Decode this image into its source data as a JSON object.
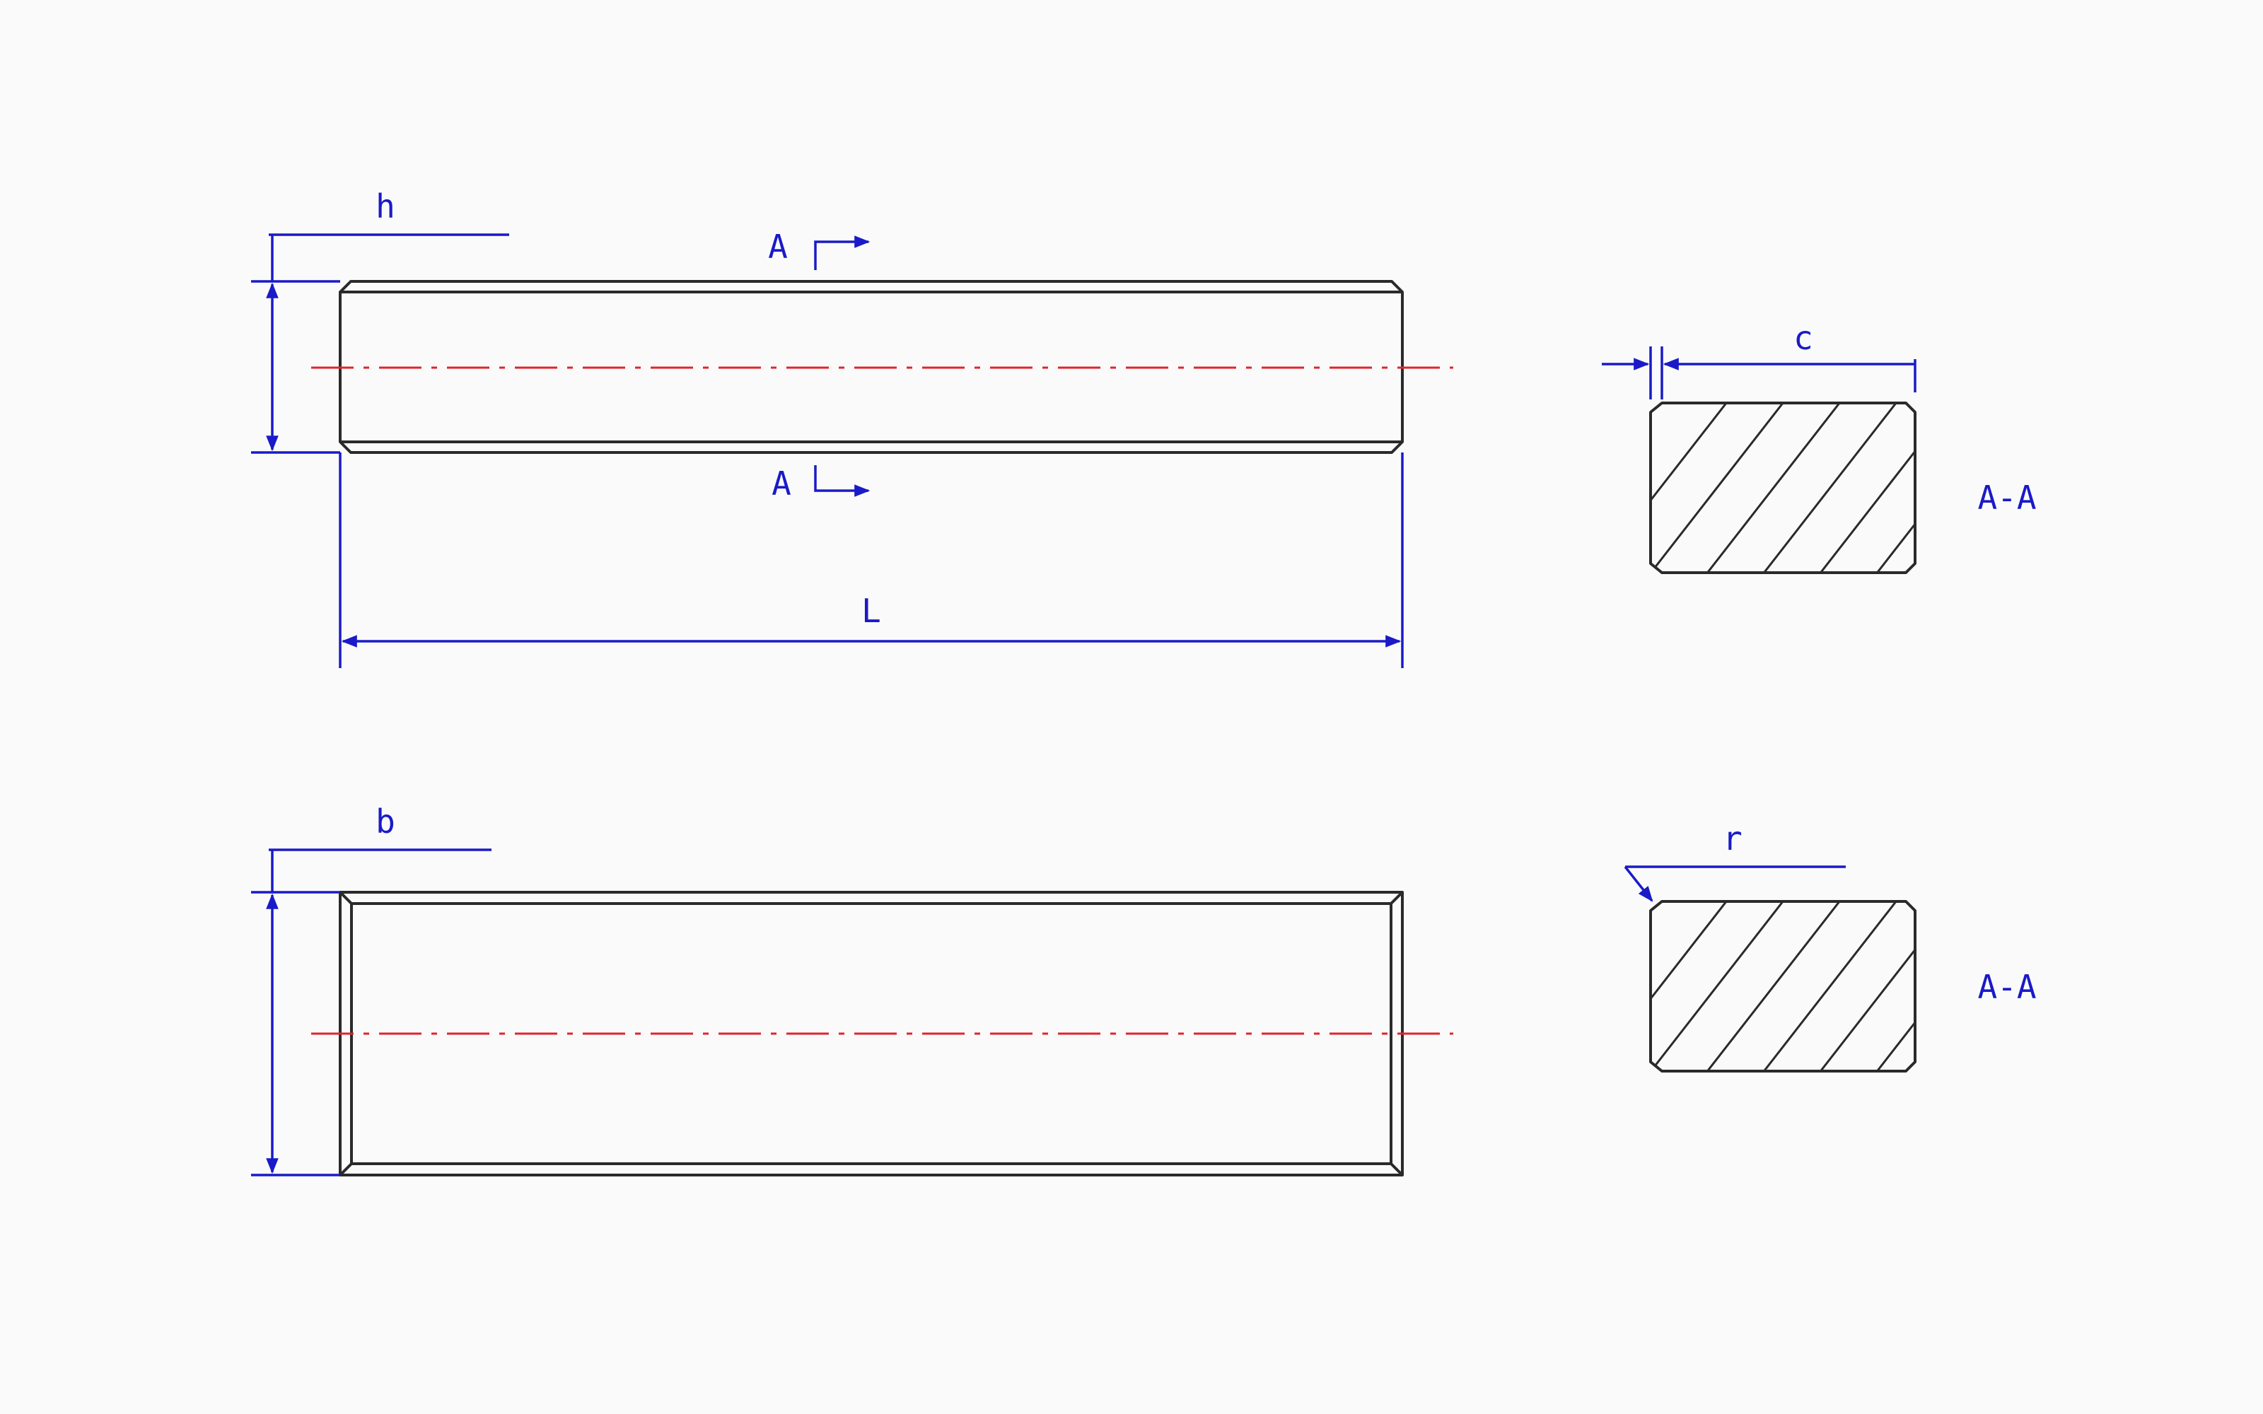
{
  "colors": {
    "background": "#fafafa",
    "object_line": "#2a2a2a",
    "dimension": "#1a1ac8",
    "centerline": "#e0242c"
  },
  "top_view": {
    "height_label": "h",
    "length_label": "L",
    "section_marker_top": "A",
    "section_marker_bottom": "A"
  },
  "bottom_view": {
    "width_label": "b"
  },
  "section_top": {
    "chamfer_label": "c",
    "section_label": "A-A"
  },
  "section_bottom": {
    "radius_label": "r",
    "section_label": "A-A"
  }
}
